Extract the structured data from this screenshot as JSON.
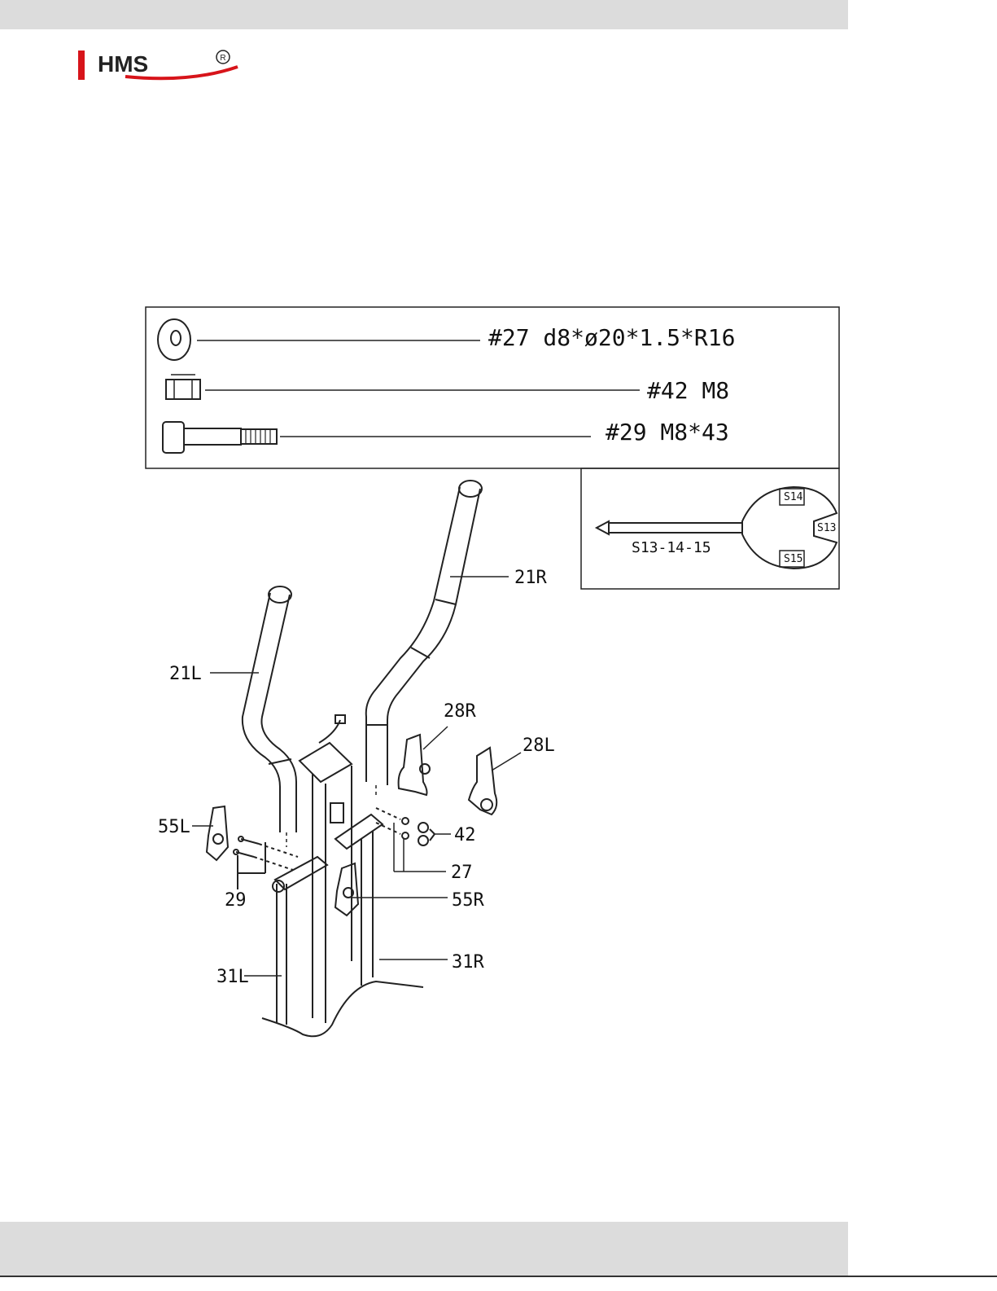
{
  "header": {
    "brand": "HMS",
    "registered_mark": "R",
    "brand_color": "#d7141a"
  },
  "hardware": {
    "washer": "#27 d8*ø20*1.5*R16",
    "nut": "#42 M8",
    "bolt": "#29 M8*43"
  },
  "tool": {
    "name": "S13-14-15",
    "socket_top": "S14",
    "socket_middle": "S13",
    "socket_bottom": "S15"
  },
  "callouts": {
    "c21R": "21R",
    "c21L": "21L",
    "c28R": "28R",
    "c28L": "28L",
    "c55L": "55L",
    "c42": "42",
    "c27": "27",
    "c29": "29",
    "c55R": "55R",
    "c31R": "31R",
    "c31L": "31L"
  }
}
